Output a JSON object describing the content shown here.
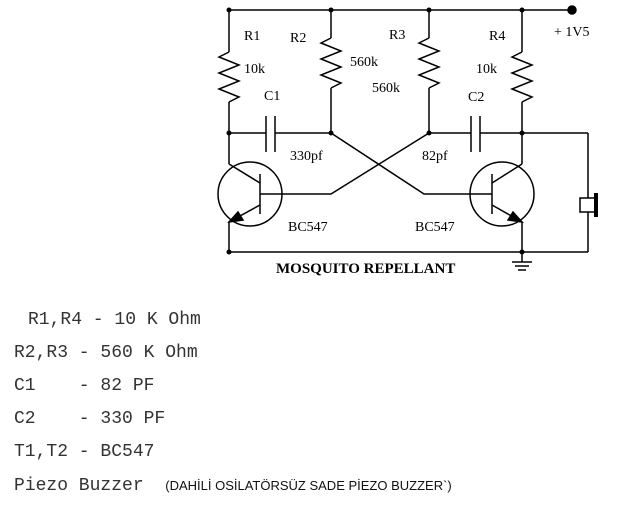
{
  "schematic": {
    "title": "MOSQUITO REPELLANT",
    "supply_label": "+ 1V5",
    "r1_name": "R1",
    "r1_value": "10k",
    "r2_name": "R2",
    "r2_value": "560k",
    "r3_name": "R3",
    "r3_value": "560k",
    "r4_name": "R4",
    "r4_value": "10k",
    "c1_name": "C1",
    "c1_value": "330pf",
    "c2_name": "C2",
    "c2_value": "82pf",
    "t1_label": "BC547",
    "t2_label": "BC547"
  },
  "parts_list": [
    {
      "text": "R1,R4 - 10 K Ohm"
    },
    {
      "text": "R2,R3 - 560 K Ohm"
    },
    {
      "text": "C1    - 82 PF"
    },
    {
      "text": "C2    - 330 PF"
    },
    {
      "text": "T1,T2 - BC547"
    },
    {
      "text": "Piezo Buzzer",
      "note": "(DAHİLİ OSİLATÖRSÜZ SADE PİEZO BUZZER`)"
    }
  ]
}
